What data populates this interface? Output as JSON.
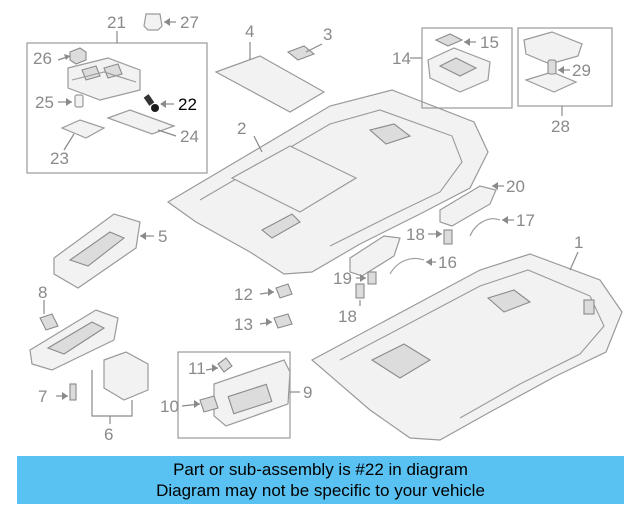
{
  "labels": {
    "p1": "1",
    "p2": "2",
    "p3": "3",
    "p4": "4",
    "p5": "5",
    "p6": "6",
    "p7": "7",
    "p8": "8",
    "p9": "9",
    "p10": "10",
    "p11": "11",
    "p12": "12",
    "p13": "13",
    "p14": "14",
    "p15": "15",
    "p16": "16",
    "p17": "17",
    "p18a": "18",
    "p18b": "18",
    "p19": "19",
    "p20": "20",
    "p21": "21",
    "p22": "22",
    "p23": "23",
    "p24": "24",
    "p25": "25",
    "p26": "26",
    "p27": "27",
    "p28": "28",
    "p29": "29"
  },
  "highlighted_part": "22",
  "colors": {
    "banner": "#59c2f2",
    "highlight": "#000000",
    "drawing": "#9a9a9a"
  },
  "footer": {
    "line1": "Part or sub-assembly is #22 in diagram",
    "line2": "Diagram may not be specific to your vehicle"
  }
}
